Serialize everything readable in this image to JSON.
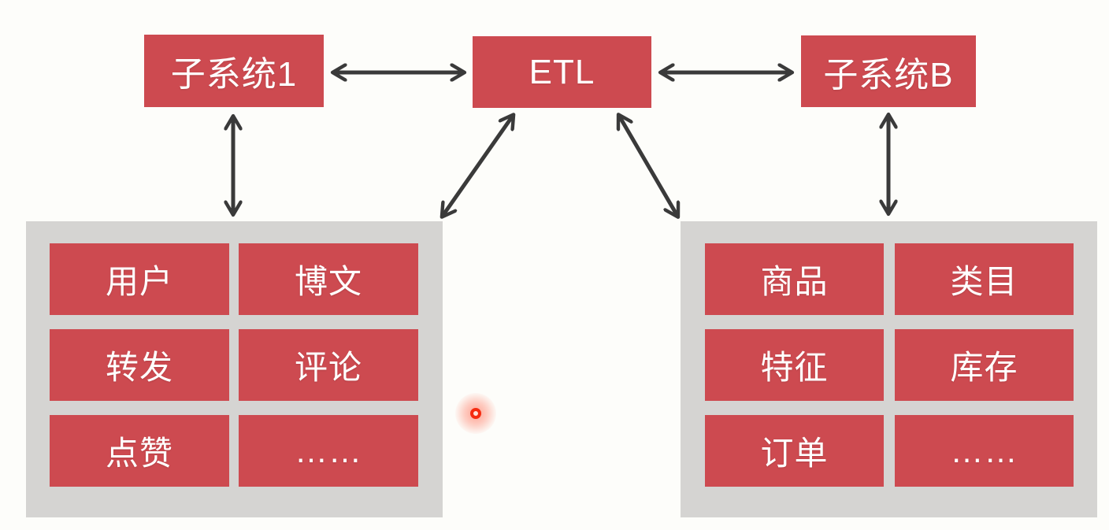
{
  "colors": {
    "node_red": "#cd4a50",
    "panel_gray": "#d5d4d2",
    "arrow_dark": "#3a3a3a",
    "background": "#fdfdfa",
    "node_text": "#ffffff",
    "laser_red": "#f52c10"
  },
  "top_nodes": [
    {
      "id": "subsystem-1",
      "label": "子系统1"
    },
    {
      "id": "etl",
      "label": "ETL"
    },
    {
      "id": "subsystem-b",
      "label": "子系统B"
    }
  ],
  "left_panel": {
    "items": [
      {
        "label": "用户"
      },
      {
        "label": "博文"
      },
      {
        "label": "转发"
      },
      {
        "label": "评论"
      },
      {
        "label": "点赞"
      },
      {
        "label": "……"
      }
    ]
  },
  "right_panel": {
    "items": [
      {
        "label": "商品"
      },
      {
        "label": "类目"
      },
      {
        "label": "特征"
      },
      {
        "label": "库存"
      },
      {
        "label": "订单"
      },
      {
        "label": "……"
      }
    ]
  },
  "edges": [
    {
      "from": "子系统1",
      "to": "ETL",
      "bidirectional": true
    },
    {
      "from": "ETL",
      "to": "子系统B",
      "bidirectional": true
    },
    {
      "from": "子系统1",
      "to": "left-table-group",
      "bidirectional": true
    },
    {
      "from": "ETL",
      "to": "left-table-group",
      "bidirectional": true
    },
    {
      "from": "ETL",
      "to": "right-table-group",
      "bidirectional": true
    },
    {
      "from": "子系统B",
      "to": "right-table-group",
      "bidirectional": true
    }
  ],
  "pointer": {
    "type": "laser-dot"
  }
}
